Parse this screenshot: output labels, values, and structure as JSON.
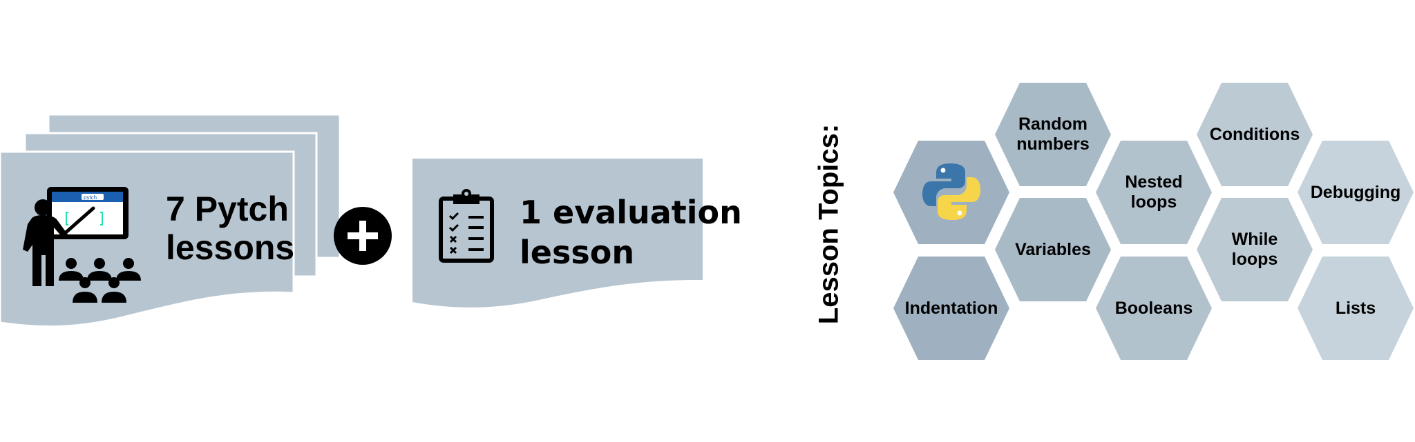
{
  "lessons_card": {
    "label_line1": "7 Pytch",
    "label_line2": "lessons",
    "icon": "teacher-presentation-icon",
    "screen_logo": "pytch_"
  },
  "plus": {
    "icon": "plus-circle-icon"
  },
  "evaluation_card": {
    "label_line1": "1 evaluation",
    "label_line2": "lesson",
    "icon": "clipboard-checklist-icon"
  },
  "topics_title": "Lesson Topics:",
  "colors": {
    "card": "#b7c5d0",
    "col1": "#9fb1c0",
    "col2": "#a9bac7",
    "col3": "#b2c2cd",
    "col4": "#bccad4",
    "col5": "#c6d3dc"
  },
  "hexagons": [
    {
      "label": "",
      "icon": "python-logo-icon"
    },
    {
      "label": "Indentation"
    },
    {
      "label": "Random numbers"
    },
    {
      "label": "Variables"
    },
    {
      "label": "Nested loops"
    },
    {
      "label": "Booleans"
    },
    {
      "label": "Conditions"
    },
    {
      "label": "While loops"
    },
    {
      "label": "Debugging"
    },
    {
      "label": "Lists"
    }
  ]
}
